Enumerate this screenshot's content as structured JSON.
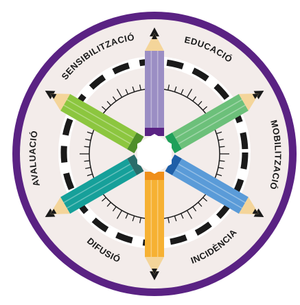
{
  "labels": {
    "sensibilitzacio": "SENSIBILITZACIÓ",
    "educacio": "EDUCACIÓ",
    "mobilitzacio": "MOBILITZACIÓ",
    "incidencia": "INCIDÈNCIA",
    "difusio": "DIFUSIÓ",
    "avaluacio": "AVALUACIÓ"
  },
  "colors": {
    "ring_outer": "#5a2283",
    "disc_fill": "#f3ecea",
    "dash_color": "#1a1a1a",
    "text_color": "#1a1a1a",
    "pencil_top": "#9b8ec4",
    "pencil_top_right": "#6cc07a",
    "pencil_bottom_right": "#5a9bd8",
    "pencil_bottom": "#f6b133",
    "pencil_bottom_left": "#16a09a",
    "pencil_top_left": "#8cc63f",
    "pencil_tip_wood": "#f4d59a",
    "pencil_tip_lead": "#1a1a1a"
  },
  "pencils": [
    {
      "name": "pencil-top",
      "color_key": "pencil_top",
      "ferrule": "#5a2283"
    },
    {
      "name": "pencil-top-right",
      "color_key": "pencil_top_right",
      "ferrule": "#1fa05a"
    },
    {
      "name": "pencil-bottom-right",
      "color_key": "pencil_bottom_right",
      "ferrule": "#1e5fa8"
    },
    {
      "name": "pencil-bottom",
      "color_key": "pencil_bottom",
      "ferrule": "#ef8f1a"
    },
    {
      "name": "pencil-bottom-left",
      "color_key": "pencil_bottom_left",
      "ferrule": "#2a6d6a"
    },
    {
      "name": "pencil-top-left",
      "color_key": "pencil_top_left",
      "ferrule": "#4f8e2a"
    }
  ]
}
